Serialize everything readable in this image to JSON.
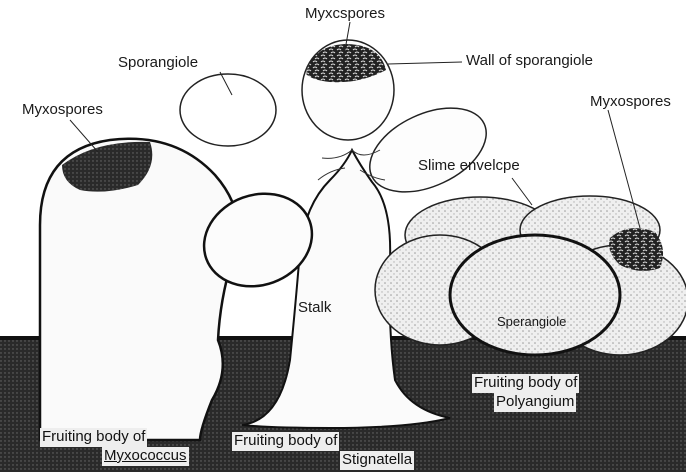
{
  "labels": {
    "myxospores_top": "Myxcspores",
    "sporangiole_top": "Sporangiole",
    "myxospores_left": "Myxospores",
    "wall_of_sporangiole": "Wall of sporangiole",
    "myxospores_right": "Myxospores",
    "slime_envelope": "Slime envelcpe",
    "stalk": "Stalk",
    "sporangiole_inner": "Sperangiole"
  },
  "captions": {
    "myxococcus_line1": "Fruiting body of",
    "myxococcus_line2": "Myxococcus",
    "stignatella_line1": "Fruiting body of",
    "stignatella_line2": "Stignatella",
    "polyangium_line1": "Fruiting body of",
    "polyangium_line2": "Polyangium"
  }
}
